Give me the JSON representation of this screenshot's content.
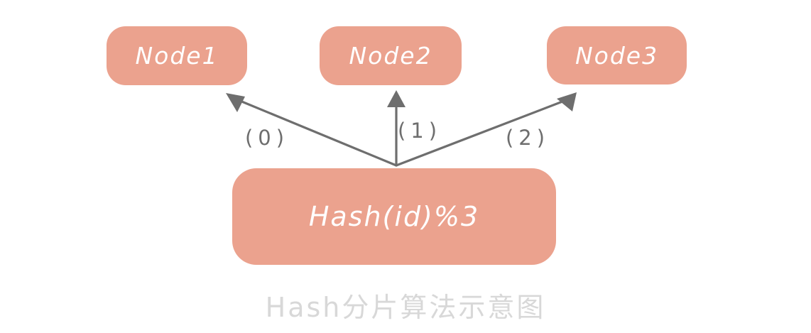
{
  "title": "Hash分片算法示意图",
  "colors": {
    "page_bg": "#ffffff",
    "box_fill": "#EBA28E",
    "box_text": "#ffffff",
    "arrow": "#6E6E6E",
    "caption": "#D8D8D8"
  },
  "nodes": [
    {
      "label": "Node1"
    },
    {
      "label": "Node2"
    },
    {
      "label": "Node3"
    }
  ],
  "hash_box": {
    "label": "Hash(id)%3"
  },
  "arrows": [
    {
      "label": "(0)",
      "from": "hash-box",
      "to": "node-1"
    },
    {
      "label": "(1)",
      "from": "hash-box",
      "to": "node-2"
    },
    {
      "label": "(2)",
      "from": "hash-box",
      "to": "node-3"
    }
  ]
}
